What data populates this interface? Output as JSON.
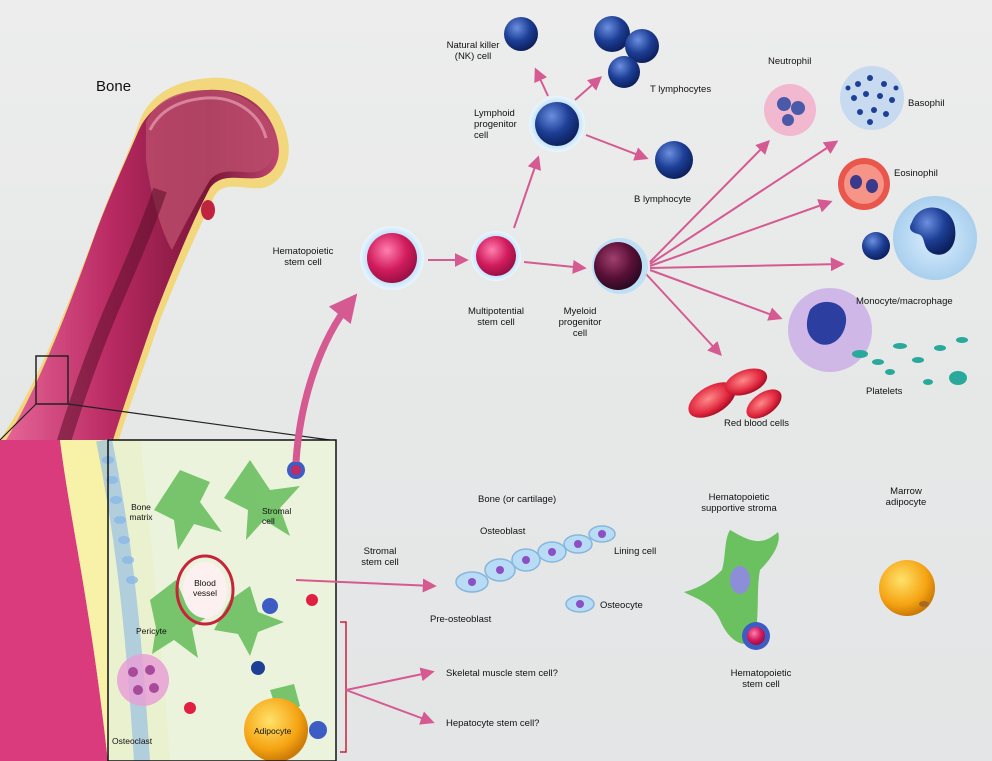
{
  "labels": {
    "bone": "Bone",
    "nk_cell": "Natural killer\n(NK) cell",
    "t_lymphocytes": "T lymphocytes",
    "lymphoid_progenitor": "Lymphoid\nprogenitor\ncell",
    "b_lymphocyte": "B lymphocyte",
    "neutrophil": "Neutrophil",
    "basophil": "Basophil",
    "eosinophil": "Eosinophil",
    "monocyte_macrophage": "Monocyte/macrophage",
    "platelets": "Platelets",
    "red_blood_cells": "Red blood cells",
    "hematopoietic_stem_cell": "Hematopoietic\nstem cell",
    "multipotential_stem_cell": "Multipotential\nstem cell",
    "myeloid_progenitor": "Myeloid\nprogenitor\ncell",
    "bone_matrix": "Bone\nmatrix",
    "stromal_cell": "Stromal\ncell",
    "blood_vessel": "Blood\nvessel",
    "pericyte": "Pericyte",
    "osteoclast": "Osteoclast",
    "adipocyte": "Adipocyte",
    "stromal_stem_cell": "Stromal\nstem cell",
    "bone_or_cartilage": "Bone (or cartilage)",
    "osteoblast": "Osteoblast",
    "lining_cell": "Lining cell",
    "pre_osteoblast": "Pre-osteoblast",
    "osteocyte": "Osteocyte",
    "hematopoietic_supportive_stroma": "Hematopoietic\nsupportive stroma",
    "marrow_adipocyte": "Marrow\nadipocyte",
    "hematopoietic_stem_cell_lower": "Hematopoietic\nstem cell",
    "skeletal_muscle_stem_cell": "Skeletal muscle stem cell?",
    "hepatocyte_stem_cell": "Hepatocyte stem cell?"
  },
  "colors": {
    "arrow": "#d65a92",
    "bone_outer": "#c43a6a",
    "stem_cell": "#d0205e",
    "lymphocyte": "#1d3f96",
    "green_stroma": "#6bc060",
    "red_cell": "#e02040"
  }
}
